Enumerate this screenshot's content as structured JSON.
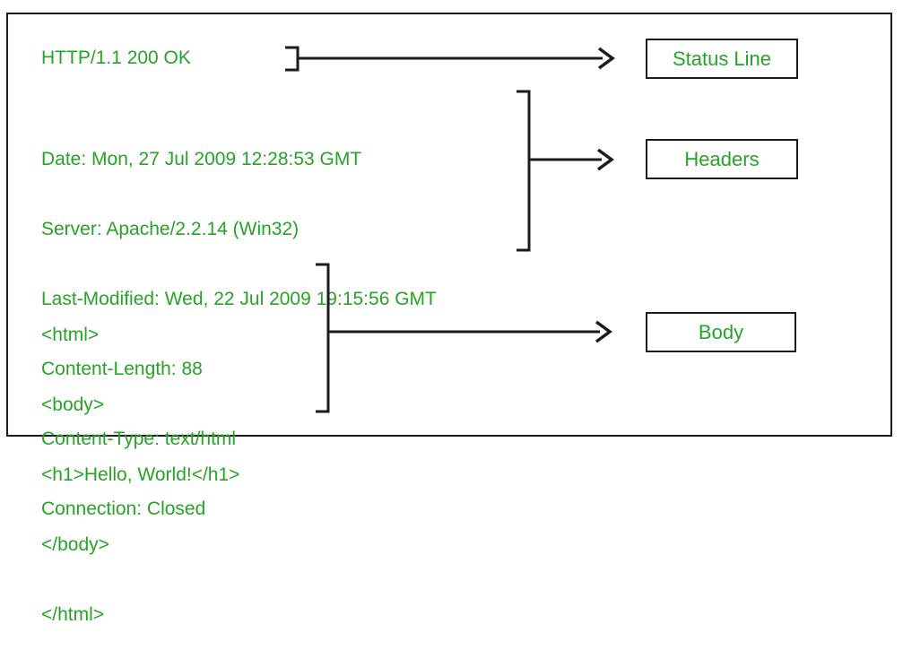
{
  "colors": {
    "text_green": "#27a327",
    "line_black": "#1c1c1c",
    "background": "#ffffff"
  },
  "response": {
    "status_line": "HTTP/1.1 200 OK",
    "headers": [
      "Date: Mon, 27 Jul 2009 12:28:53 GMT",
      "Server: Apache/2.2.14 (Win32)",
      "Last-Modified: Wed, 22 Jul 2009 19:15:56 GMT",
      "Content-Length: 88",
      "Content-Type: text/html",
      "Connection: Closed"
    ],
    "body": [
      "<html>",
      "<body>",
      "<h1>Hello, World!</h1>",
      "</body>",
      "</html>"
    ]
  },
  "labels": {
    "status_line": "Status Line",
    "headers": "Headers",
    "body": "Body"
  }
}
